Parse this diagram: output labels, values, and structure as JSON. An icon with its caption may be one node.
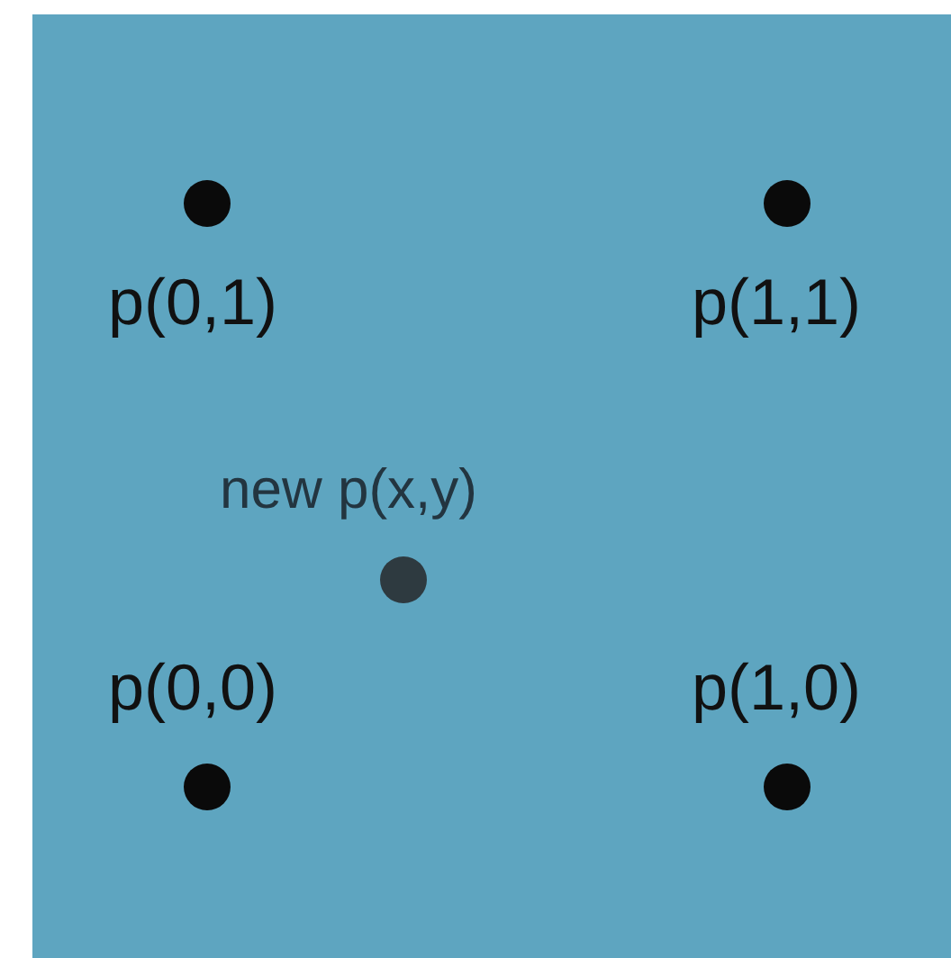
{
  "diagram": {
    "labels": [
      "p(0,1)",
      "p(1,1)",
      "new p(x,y)",
      "p(0,0)",
      "p(1,0)"
    ]
  }
}
